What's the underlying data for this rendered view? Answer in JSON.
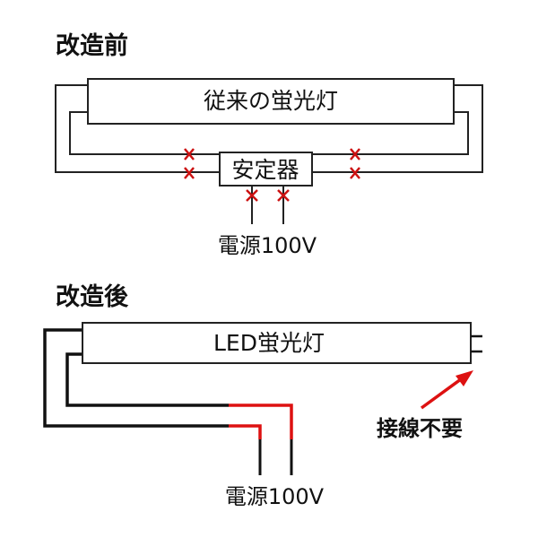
{
  "before": {
    "heading": "改造前",
    "tube_label": "従来の蛍光灯",
    "ballast_label": "安定器",
    "power_label": "電源100V",
    "cut_mark_color": "#cc1111"
  },
  "after": {
    "heading": "改造後",
    "tube_label": "LED蛍光灯",
    "power_label": "電源100V",
    "note_label": "接線不要",
    "live_wire_color": "#dd1111",
    "arrow_color": "#dd1111"
  }
}
